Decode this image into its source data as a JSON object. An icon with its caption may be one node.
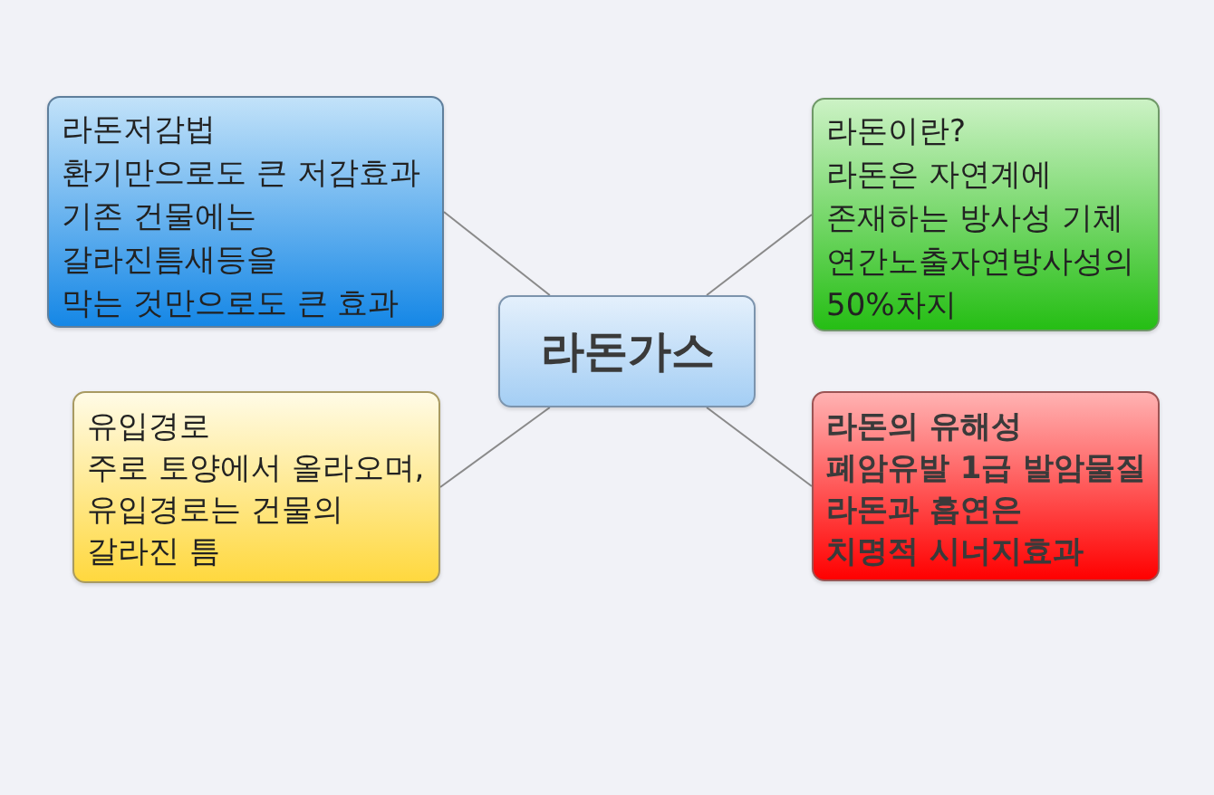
{
  "diagram": {
    "nodes": [
      {
        "text": [
          "라돈저감법",
          "환기만으로도 큰 저감효과",
          "기존 건물에는",
          "갈라진틈새등을",
          "막는 것만으로도 큰 효과"
        ]
      },
      {
        "text": [
          "라돈이란?",
          "라돈은 자연계에",
          "존재하는 방사성 기체",
          "연간노출자연방사성의",
          "50%차지"
        ]
      },
      {
        "text": [
          "라돈가스"
        ]
      },
      {
        "text": [
          "유입경로",
          "주로 토양에서 올라오며,",
          "유입경로는 건물의",
          "갈라진 틈"
        ]
      },
      {
        "text": [
          "라돈의 유해성",
          "폐암유발 1급 발암물질",
          "라돈과 흡연은",
          "치명적 시너지효과"
        ]
      }
    ],
    "edges": [
      {
        "from": 2,
        "to": 0,
        "arrow": "none"
      },
      {
        "from": 2,
        "to": 1,
        "arrow": "none"
      },
      {
        "from": 2,
        "to": 3,
        "arrow": "none"
      },
      {
        "from": 2,
        "to": 4,
        "arrow": "none"
      }
    ]
  }
}
